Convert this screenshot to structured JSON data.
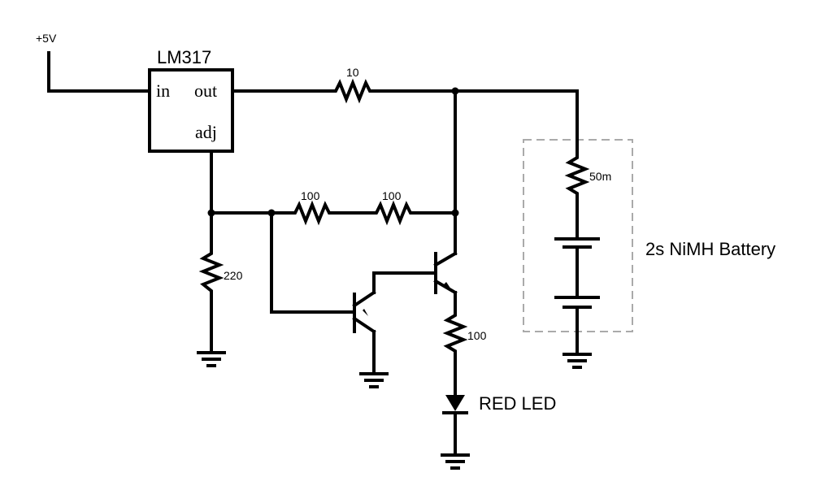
{
  "supply": {
    "label": "+5V"
  },
  "regulator": {
    "name": "LM317",
    "pin_in": "in",
    "pin_out": "out",
    "pin_adj": "adj"
  },
  "resistors": {
    "r_sense": "10",
    "r_adj": "220",
    "r_bias1": "100",
    "r_bias2": "100",
    "r_led": "100",
    "r_battery": "50m"
  },
  "led": {
    "label": "RED LED"
  },
  "battery": {
    "label": "2s NiMH Battery"
  },
  "colors": {
    "wire": "#000000",
    "battery_box": "#aaaaaa",
    "background": "#ffffff"
  },
  "icons": [
    "ground-icon",
    "resistor-icon",
    "npn-transistor-icon",
    "led-diode-icon",
    "battery-cell-icon"
  ]
}
